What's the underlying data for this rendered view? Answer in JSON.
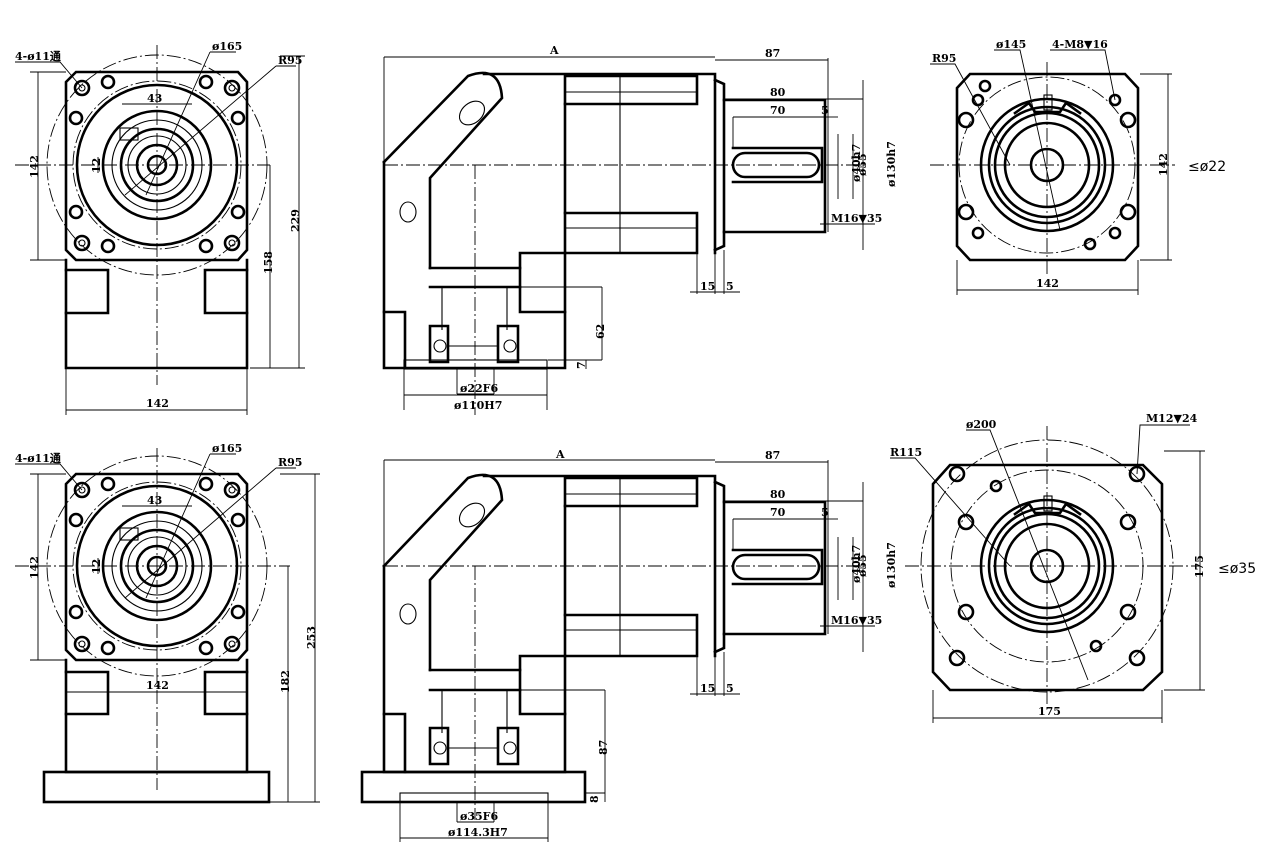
{
  "top": {
    "front": {
      "holes": "4-ø11通",
      "pcd": "ø165",
      "radius": "R95",
      "dim_43": "43",
      "dim_12": "12",
      "height_142": "142",
      "width_142": "142",
      "total_229": "229",
      "axis_158": "158"
    },
    "side": {
      "a": "A",
      "d87": "87",
      "d80": "80",
      "d70": "70",
      "d5": "5",
      "shaft": "ø40h7",
      "d55": "ø55",
      "pilot": "ø130h7",
      "tap": "M16▼35",
      "d15": "15",
      "d5b": "5",
      "d62": "62",
      "d7": "7",
      "bore": "ø22F6",
      "spigot": "ø110H7"
    },
    "flange": {
      "radius": "R95",
      "pcd": "ø145",
      "taps": "4-M8▼16",
      "width": "142",
      "height": "142",
      "motor_shaft": "≤ø22"
    }
  },
  "bottom": {
    "front": {
      "holes": "4-ø11通",
      "pcd": "ø165",
      "radius": "R95",
      "dim_43": "43",
      "dim_12": "12",
      "height_142": "142",
      "width_142": "142",
      "total_253": "253",
      "axis_182": "182"
    },
    "side": {
      "a": "A",
      "d87": "87",
      "d80": "80",
      "d70": "70",
      "d5": "5",
      "shaft": "ø40h7",
      "d55": "ø55",
      "pilot": "ø130h7",
      "tap": "M16▼35",
      "d15": "15",
      "d5b": "5",
      "d87v": "87",
      "d8": "8",
      "bore": "ø35F6",
      "spigot": "ø114.3H7"
    },
    "flange": {
      "radius": "R115",
      "pcd": "ø200",
      "taps": "M12▼24",
      "width": "175",
      "height": "175",
      "motor_shaft": "≤ø35"
    }
  }
}
